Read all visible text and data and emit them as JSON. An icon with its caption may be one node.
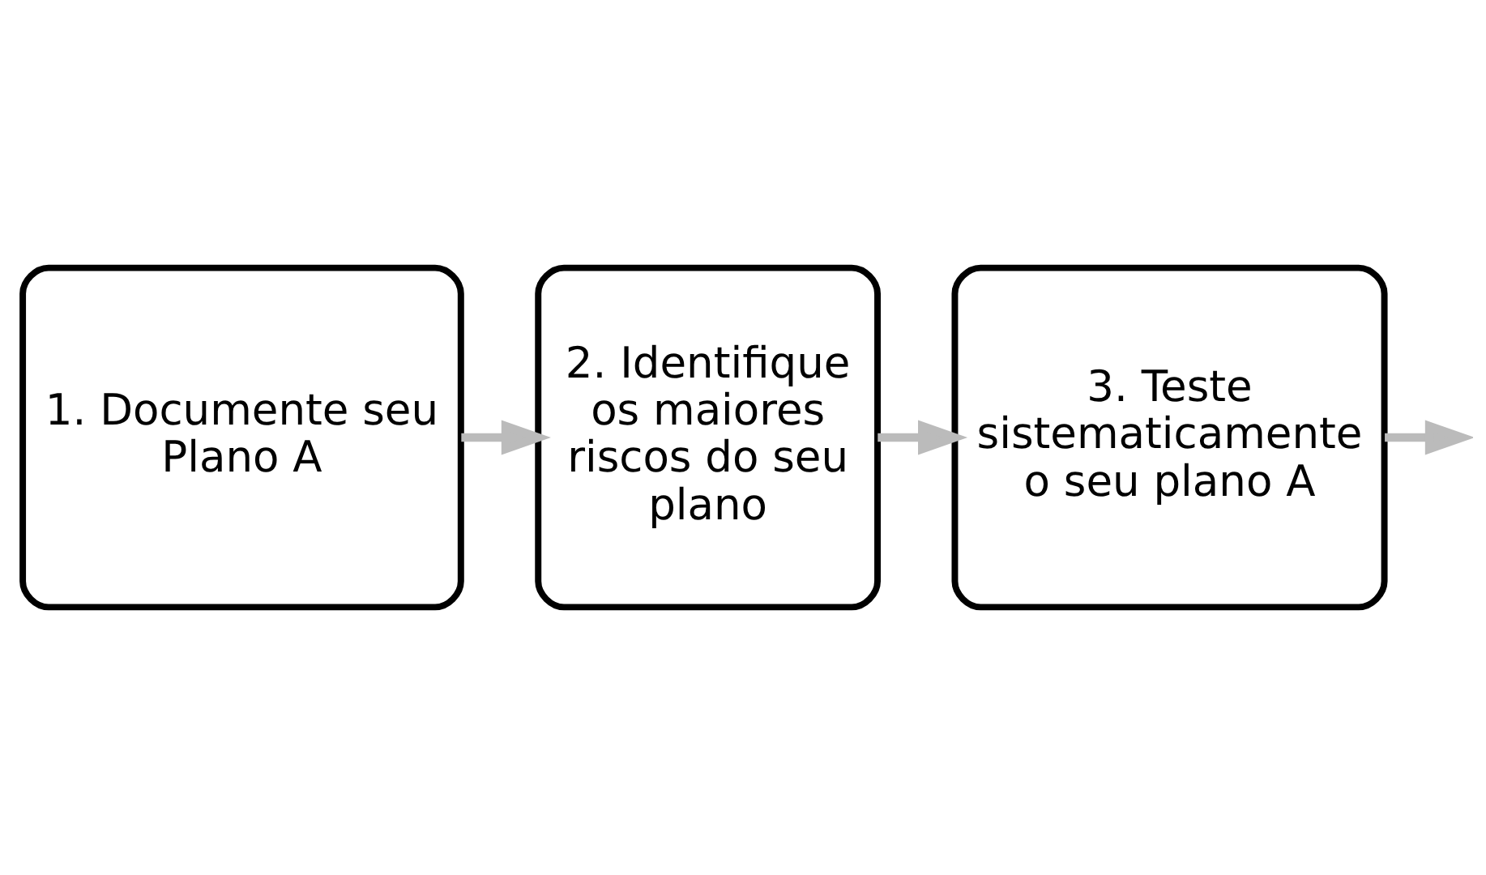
{
  "diagram": {
    "nodes": [
      {
        "text": [
          "1. Documente seu Plano A"
        ]
      },
      {
        "text": [
          "2. Identifique os maiores riscos do seu plano"
        ]
      },
      {
        "text": [
          "3. Teste sistematicamente o seu plano A"
        ]
      }
    ],
    "edges": [
      {
        "from": 0,
        "to": 1,
        "arrow": "to"
      },
      {
        "from": 1,
        "to": 2,
        "arrow": "to"
      },
      {
        "from": 2,
        "to": null,
        "arrow": "to"
      }
    ]
  }
}
